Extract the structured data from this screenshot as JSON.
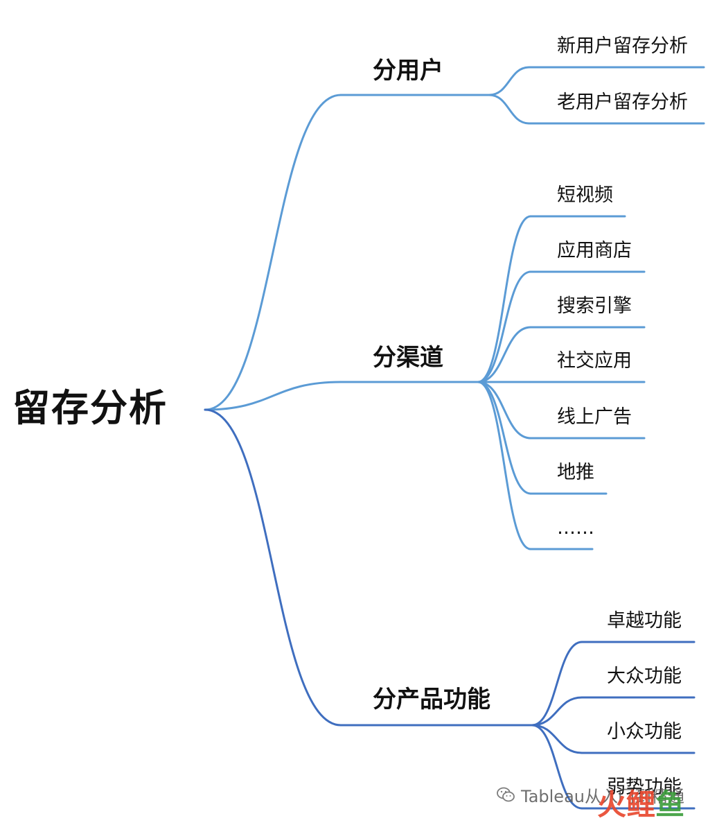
{
  "colors": {
    "line_light": "#5b9bd5",
    "line_dark": "#3f6ebf",
    "text": "#111111"
  },
  "root": {
    "label": "留存分析"
  },
  "branches": [
    {
      "id": "user",
      "label": "分用户",
      "children": [
        "新用户留存分析",
        "老用户留存分析"
      ]
    },
    {
      "id": "channel",
      "label": "分渠道",
      "children": [
        "短视频",
        "应用商店",
        "搜索引擎",
        "社交应用",
        "线上广告",
        "地推",
        "……"
      ]
    },
    {
      "id": "product",
      "label": "分产品功能",
      "children": [
        "卓越功能",
        "大众功能",
        "小众功能",
        "弱势功能"
      ]
    }
  ],
  "watermark": {
    "icon": "wechat-icon",
    "text": "Tableau从入门到精通"
  },
  "logo": {
    "chars": [
      "火",
      "鲤",
      "鱼"
    ],
    "colors": [
      "#e8452c",
      "#e8452c",
      "#3a9d3a"
    ]
  }
}
